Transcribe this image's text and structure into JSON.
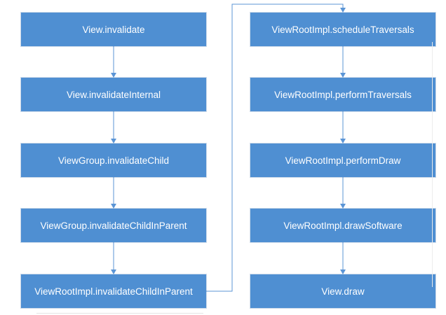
{
  "colors": {
    "node_fill": "#4f8fd2",
    "node_text": "#ffffff",
    "arrow": "#5b95d6"
  },
  "nodes": {
    "view_invalidate": "View.invalidate",
    "view_invalidate_internal": "View.invalidateInternal",
    "viewgroup_invalidate_child": "ViewGroup.invalidateChild",
    "viewgroup_invalidate_child_in_parent": "ViewGroup.invalidateChildInParent",
    "viewrootimpl_invalidate_child_in_parent": "ViewRootImpl.invalidateChildInParent",
    "viewrootimpl_schedule_traversals": "ViewRootImpl.scheduleTraversals",
    "viewrootimpl_perform_traversals": "ViewRootImpl.performTraversals",
    "viewrootimpl_perform_draw": "ViewRootImpl.performDraw",
    "viewrootimpl_draw_software": "ViewRootImpl.drawSoftware",
    "view_draw": "View.draw"
  },
  "edges": [
    [
      "view_invalidate",
      "view_invalidate_internal"
    ],
    [
      "view_invalidate_internal",
      "viewgroup_invalidate_child"
    ],
    [
      "viewgroup_invalidate_child",
      "viewgroup_invalidate_child_in_parent"
    ],
    [
      "viewgroup_invalidate_child_in_parent",
      "viewrootimpl_invalidate_child_in_parent"
    ],
    [
      "viewrootimpl_invalidate_child_in_parent",
      "viewrootimpl_schedule_traversals"
    ],
    [
      "viewrootimpl_schedule_traversals",
      "viewrootimpl_perform_traversals"
    ],
    [
      "viewrootimpl_perform_traversals",
      "viewrootimpl_perform_draw"
    ],
    [
      "viewrootimpl_perform_draw",
      "viewrootimpl_draw_software"
    ],
    [
      "viewrootimpl_draw_software",
      "view_draw"
    ]
  ]
}
